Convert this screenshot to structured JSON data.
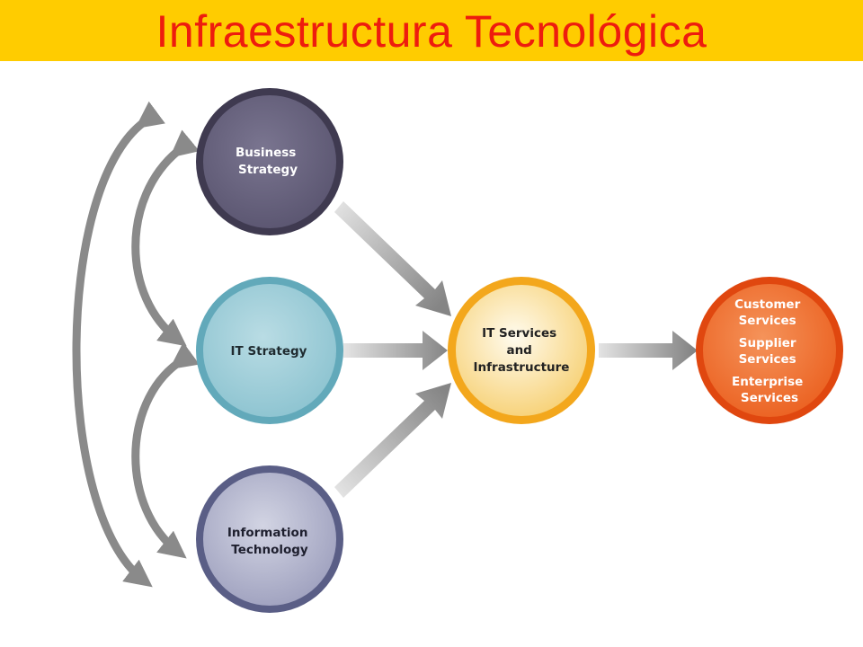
{
  "title": "Infraestructura Tecnológica",
  "colors": {
    "title_bar": "#ffcc00",
    "title_text": "#ee1c0e",
    "business_strategy": "#5a5570",
    "it_strategy": "#8fc7d3",
    "information_technology": "#6d7196",
    "it_services": "#f7b52a",
    "services": "#ee5a1d",
    "arrows": "#8c8c8c"
  },
  "nodes": {
    "business_strategy": {
      "line1": "Business",
      "line2": "Strategy"
    },
    "it_strategy": {
      "line1": "IT Strategy"
    },
    "information_technology": {
      "line1": "Information",
      "line2": "Technology"
    },
    "it_services": {
      "line1": "IT Services",
      "line2": "and",
      "line3": "Infrastructure"
    },
    "services": {
      "line1": "Customer",
      "line2": "Services",
      "line3": "Supplier",
      "line4": "Services",
      "line5": "Enterprise",
      "line6": "Services"
    }
  }
}
